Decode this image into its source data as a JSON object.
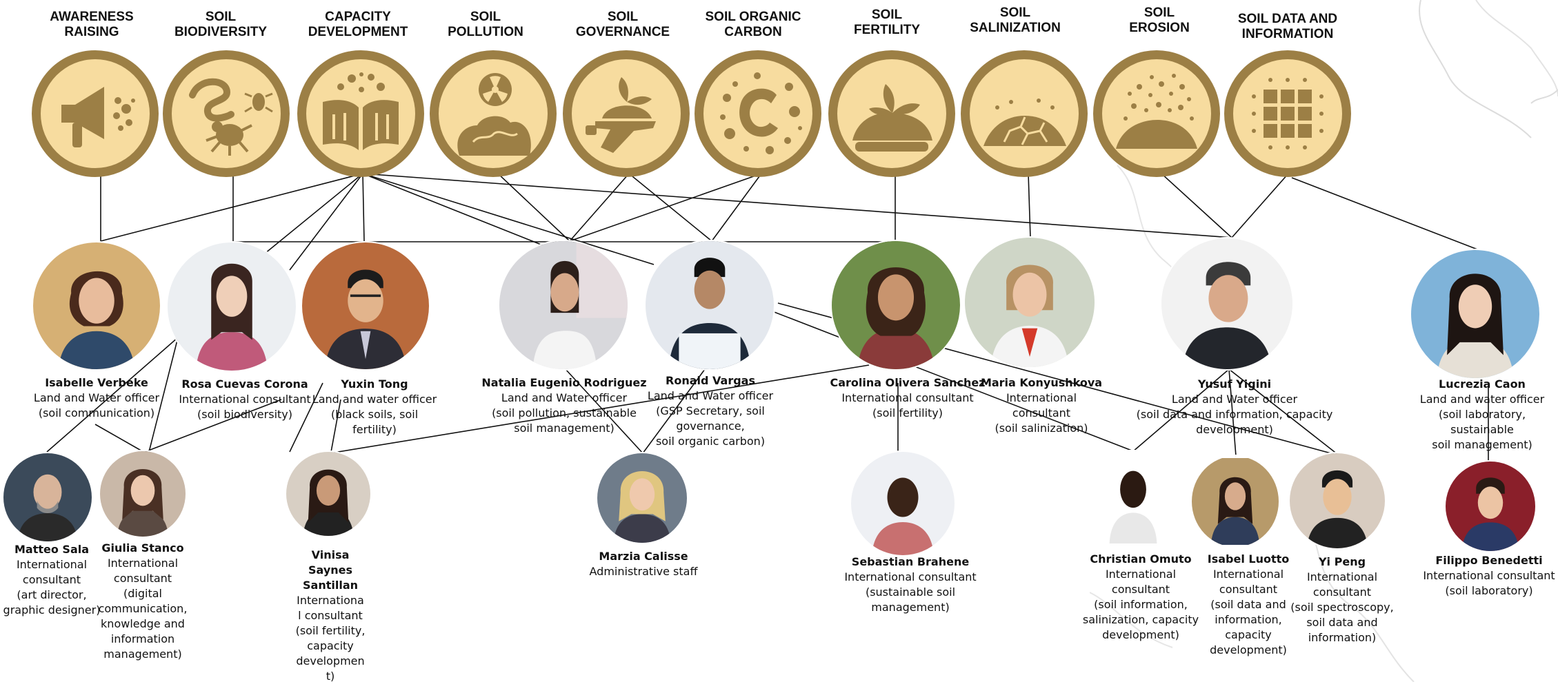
{
  "categories": [
    {
      "title": "AWARENESS\nRAISING",
      "icon": "megaphone-icon"
    },
    {
      "title": "SOIL\nBIODIVERSITY",
      "icon": "soil-organisms-icon"
    },
    {
      "title": "CAPACITY\nDEVELOPMENT",
      "icon": "open-book-icon"
    },
    {
      "title": "SOIL\nPOLLUTION",
      "icon": "radioactive-soil-icon"
    },
    {
      "title": "SOIL\nGOVERNANCE",
      "icon": "hand-plant-icon"
    },
    {
      "title": "SOIL ORGANIC\nCARBON",
      "icon": "carbon-icon"
    },
    {
      "title": "SOIL\nFERTILITY",
      "icon": "sprout-mound-icon"
    },
    {
      "title": "SOIL\nSALINIZATION",
      "icon": "cracked-soil-icon"
    },
    {
      "title": "SOIL\nEROSION",
      "icon": "eroding-mound-icon"
    },
    {
      "title": "SOIL DATA AND\nINFORMATION",
      "icon": "data-grid-icon"
    }
  ],
  "staff": [
    {
      "name": "Isabelle Verbeke",
      "lines": [
        "Land and Water officer",
        "(soil communication)"
      ]
    },
    {
      "name": "Rosa Cuevas Corona",
      "lines": [
        "International consultant",
        "(soil biodiversity)"
      ]
    },
    {
      "name": "Yuxin Tong",
      "lines": [
        "Land and water officer",
        "(black soils, soil fertility)"
      ]
    },
    {
      "name": "Natalia Eugenio Rodriguez",
      "lines": [
        "Land and Water officer",
        "(soil pollution, sustainable",
        "soil management)"
      ]
    },
    {
      "name": "Ronald Vargas",
      "lines": [
        "Land and Water officer",
        "(GSP Secretary, soil governance,",
        "soil organic carbon)"
      ]
    },
    {
      "name": "Carolina Olivera Sanchez",
      "lines": [
        "International consultant",
        "(soil fertility)"
      ]
    },
    {
      "name": "Maria Konyushkova",
      "lines": [
        "International",
        "consultant",
        "(soil salinization)"
      ]
    },
    {
      "name": "Yusuf Yigini",
      "lines": [
        "Land and Water officer",
        "(soil data and information, capacity",
        "development)"
      ]
    },
    {
      "name": "Lucrezia Caon",
      "lines": [
        "Land and water officer",
        "(soil laboratory, sustainable",
        "soil management)"
      ]
    },
    {
      "name": "Matteo Sala",
      "lines": [
        "International",
        "consultant",
        "(art director,",
        "graphic designer)"
      ]
    },
    {
      "name": "Giulia Stanco",
      "lines": [
        "International",
        "consultant",
        "(digital",
        "communication,",
        "knowledge and",
        "information",
        "management)"
      ]
    },
    {
      "name": "Vinisa\nSaynes\nSantillan",
      "lines": [
        "Internationa",
        "l consultant",
        "(soil fertility,",
        "capacity",
        "developmen",
        "t)"
      ]
    },
    {
      "name": "Marzia Calisse",
      "lines": [
        "Administrative staff"
      ]
    },
    {
      "name": "Sebastian Brahene",
      "lines": [
        "International consultant",
        "(sustainable soil",
        "management)"
      ]
    },
    {
      "name": "Christian Omuto",
      "lines": [
        "International",
        "consultant",
        "(soil information,",
        "salinization, capacity",
        "development)"
      ]
    },
    {
      "name": "Isabel Luotto",
      "lines": [
        "International",
        "consultant",
        "(soil data and",
        "information,",
        "capacity",
        "development)"
      ]
    },
    {
      "name": "Yi Peng",
      "lines": [
        "International",
        "consultant",
        "(soil spectroscopy,",
        "soil data and",
        "information)"
      ]
    },
    {
      "name": "Filippo Benedetti",
      "lines": [
        "International consultant",
        "(soil laboratory)"
      ]
    }
  ],
  "colors": {
    "icon_ring": "#9c7f45",
    "icon_fill": "#f7dc9f",
    "icon_glyph": "#9c7f45",
    "connector": "#111111"
  }
}
